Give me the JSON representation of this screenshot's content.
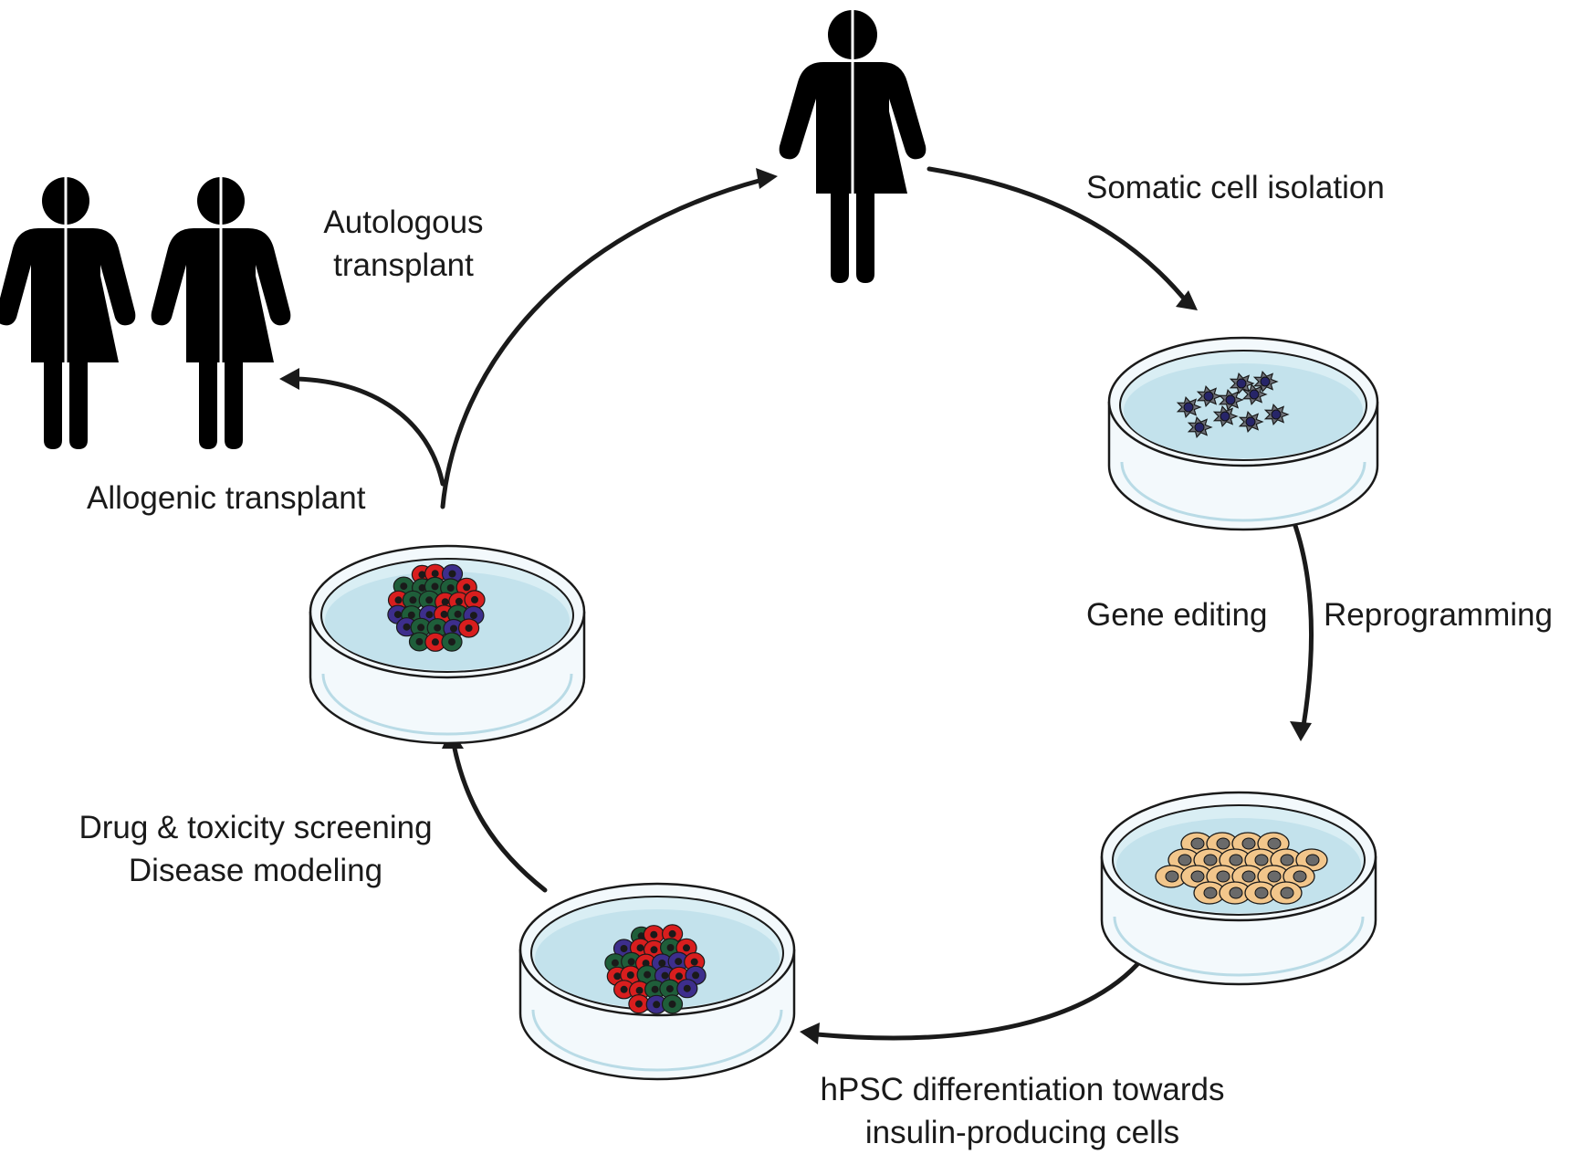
{
  "labels": {
    "somatic_cell_isolation": "Somatic cell isolation",
    "gene_editing": "Gene editing",
    "reprogramming": "Reprogramming",
    "hpsc_line1": "hPSC differentiation towards",
    "hpsc_line2": "insulin-producing cells",
    "screening_line1": "Drug & toxicity screening",
    "screening_line2": "Disease modeling",
    "allogenic_transplant": "Allogenic transplant",
    "autologous_line1": "Autologous",
    "autologous_line2": "transplant"
  },
  "colors": {
    "stroke": "#1a1a1a",
    "dish_rim": "#f3f9fc",
    "dish_medium": "#c3e2ec",
    "dish_medium_light": "#d9eef4",
    "somatic_cell": "#6f7178",
    "somatic_nucleus": "#272568",
    "hpsc_cell": "#f2c68b",
    "hpsc_nucleus": "#6a6a6a",
    "islet_red": "#d81e1e",
    "islet_green": "#1f5e3a",
    "islet_purple": "#3d2e8c",
    "islet_nucleus": "#1a1a1a"
  },
  "figures": [
    {
      "name": "patient",
      "icon": "person-icon"
    },
    {
      "name": "recipient-1",
      "icon": "person-icon"
    },
    {
      "name": "recipient-2",
      "icon": "person-icon"
    }
  ],
  "dishes": [
    {
      "name": "somatic-cell-dish",
      "cell_type": "somatic"
    },
    {
      "name": "hpsc-dish",
      "cell_type": "hpsc"
    },
    {
      "name": "differentiated-islet-dish",
      "cell_type": "islet"
    },
    {
      "name": "transplant-islet-dish",
      "cell_type": "islet"
    }
  ]
}
